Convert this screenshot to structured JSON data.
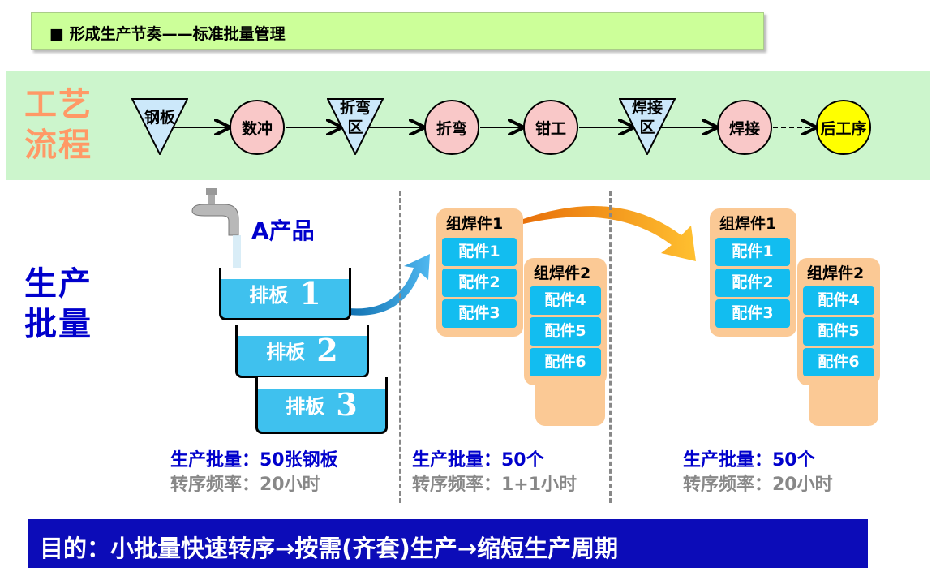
{
  "header": {
    "title": "■ 形成生产节奏——标准批量管理"
  },
  "process": {
    "label_line1": "工艺",
    "label_line2": "流程",
    "nodes": [
      {
        "type": "triangle",
        "l1": "钢板",
        "l2": ""
      },
      {
        "type": "circle",
        "text": "数冲"
      },
      {
        "type": "triangle",
        "l1": "折弯",
        "l2": "区"
      },
      {
        "type": "circle",
        "text": "折弯"
      },
      {
        "type": "circle",
        "text": "钳工"
      },
      {
        "type": "triangle",
        "l1": "焊接",
        "l2": "区"
      },
      {
        "type": "circle",
        "text": "焊接"
      },
      {
        "type": "circle",
        "text": "后工序",
        "highlight": "#ffff00"
      }
    ]
  },
  "batch": {
    "label_line1": "生产",
    "label_line2": "批量",
    "product": "A产品",
    "tanks": [
      {
        "label": "排板",
        "num": "1"
      },
      {
        "label": "排板",
        "num": "2"
      },
      {
        "label": "排板",
        "num": "3"
      }
    ],
    "group1": {
      "title": "组焊件1",
      "parts": [
        "配件1",
        "配件2",
        "配件3"
      ]
    },
    "group2": {
      "title": "组焊件2",
      "parts": [
        "配件4",
        "配件5",
        "配件6"
      ]
    },
    "columns": [
      {
        "batch": "生产批量：50张钢板",
        "freq": "转序频率：20小时"
      },
      {
        "batch": "生产批量：50个",
        "freq": "转序频率：1+1小时"
      },
      {
        "batch": "生产批量：50个",
        "freq": "转序频率：20小时"
      }
    ]
  },
  "goal": "目的：小批量快速转序→按需(齐套)生产→缩短生产周期",
  "colors": {
    "process_band": "#ccf5cc",
    "header": "#ccff99",
    "process_label": "#ff9966",
    "batch_label": "#0000cc",
    "goal_bg": "#0c0cb8",
    "part": "#12bdf0",
    "card": "#fbc995"
  }
}
